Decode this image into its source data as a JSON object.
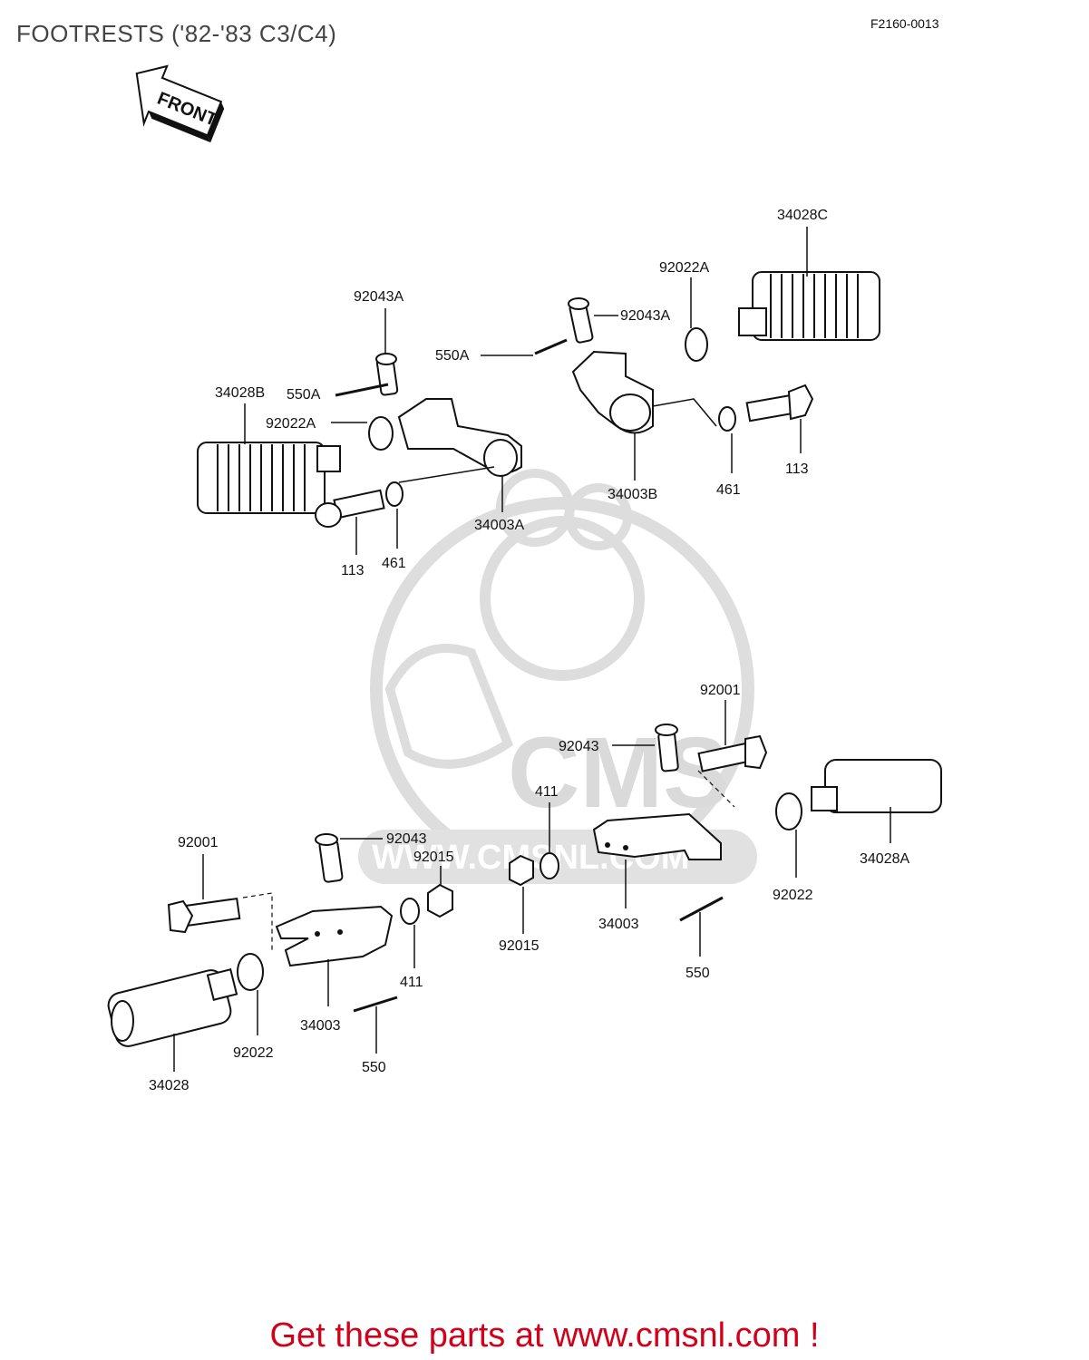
{
  "title": "FOOTRESTS ('82-'83 C3/C4)",
  "drawing_code": "F2160-0013",
  "front_label": "FRONT",
  "watermark": {
    "brand": "CMS",
    "url": "WWW.CMSNL.COM"
  },
  "labels": {
    "rear_right_footrest": "34028C",
    "rear_right_washer": "92022A",
    "rear_right_pin": "92043A",
    "rear_right_cotter": "550A",
    "rear_right_bracket": "34003B",
    "rear_right_lockwasher": "461",
    "rear_right_bolt": "113",
    "rear_left_pin": "92043A",
    "rear_left_footrest": "34028B",
    "rear_left_cotter": "550A",
    "rear_left_washer": "92022A",
    "rear_left_bracket": "34003A",
    "rear_left_bolt": "113",
    "rear_left_lockwasher": "461",
    "front_right_bolt": "92001",
    "front_right_pin": "92043",
    "front_right_washer411": "411",
    "front_right_footrest": "34028A",
    "front_right_washer": "92022",
    "front_right_nut": "92015",
    "front_right_bracket": "34003",
    "front_right_cotter": "550",
    "front_left_bolt": "92001",
    "front_left_pin": "92043",
    "front_left_nut": "92015",
    "front_left_washer411": "411",
    "front_left_bracket": "34003",
    "front_left_washer": "92022",
    "front_left_cotter": "550",
    "front_left_footrest": "34028"
  },
  "footer": "Get these parts at www.cmsnl.com !",
  "colors": {
    "footer": "#d0021b",
    "line": "#111111",
    "watermark": "#d8d8d8"
  }
}
